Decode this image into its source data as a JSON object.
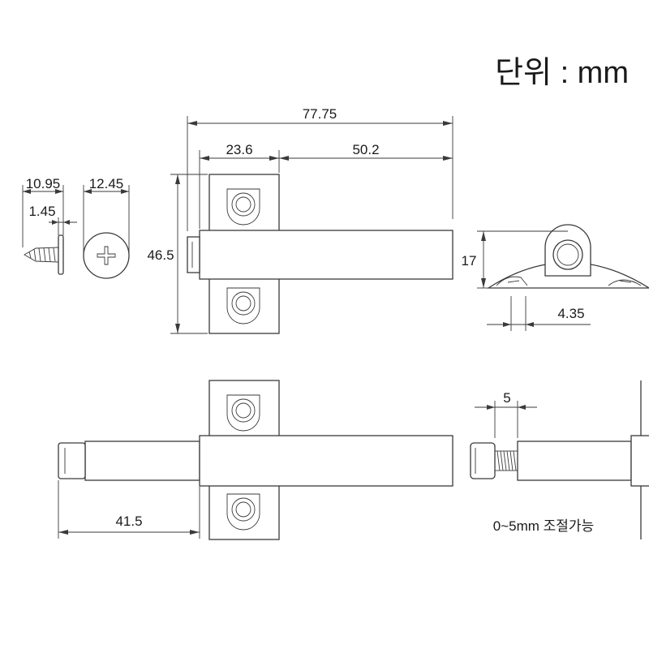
{
  "unit_label": "단위 : mm",
  "dimensions": {
    "total_length": "77.75",
    "body_left": "23.6",
    "body_right": "50.2",
    "height": "46.5",
    "screw_length": "10.95",
    "screw_head": "12.45",
    "screw_flange": "1.45",
    "side_height": "17",
    "side_width": "4.35",
    "extended_length": "41.5",
    "adjust_range": "5"
  },
  "adjust_note": "0~5mm 조절가능"
}
